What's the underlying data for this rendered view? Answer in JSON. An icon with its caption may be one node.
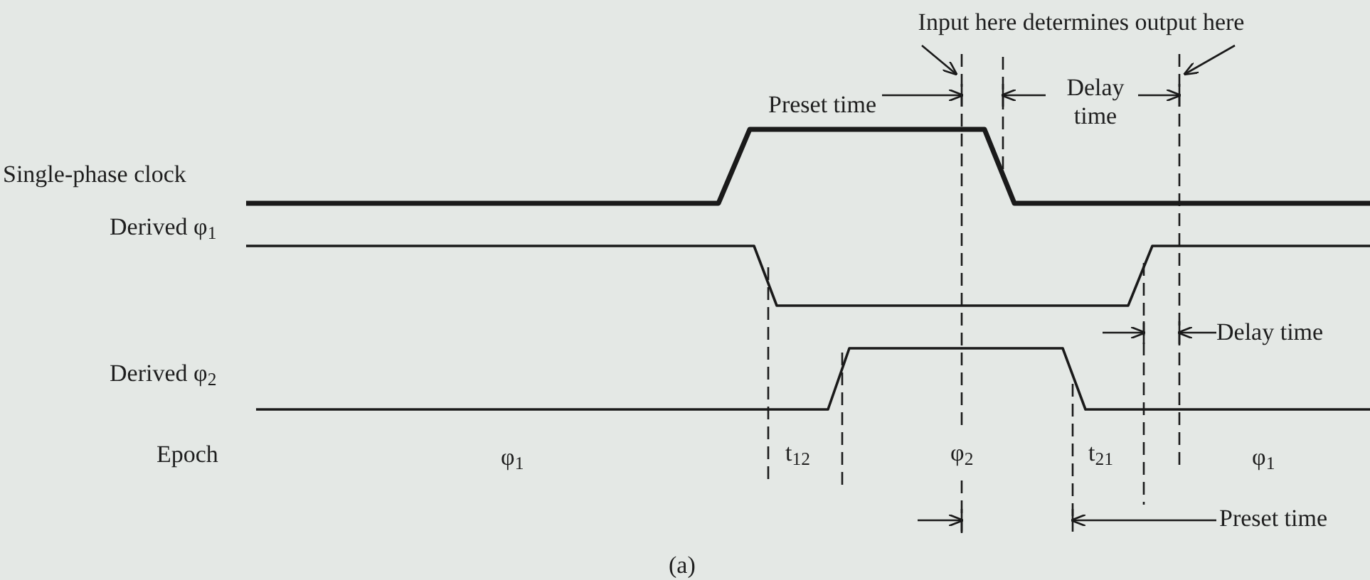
{
  "diagram": {
    "nodes": [
      {
        "text": [
          "Input here determines output here"
        ]
      },
      {
        "text": [],
        "shape": "line"
      },
      {
        "text": [],
        "shape": "line"
      }
    ],
    "edges": [
      {
        "from": 0,
        "to": 1,
        "arrow": "to"
      },
      {
        "from": 0,
        "to": 2,
        "arrow": "to"
      }
    ],
    "labels": [
      "Preset time",
      "Delay time",
      "Single-phase clock",
      "Derived φ$_{1}$",
      "Delay time",
      "Derived φ$_{2}$",
      "Epoch",
      "φ$_{1}$",
      "t$_{12}$",
      "φ$_{2}$",
      "t$_{21}$",
      "φ$_{1}$",
      "Preset time",
      "(a)"
    ]
  }
}
